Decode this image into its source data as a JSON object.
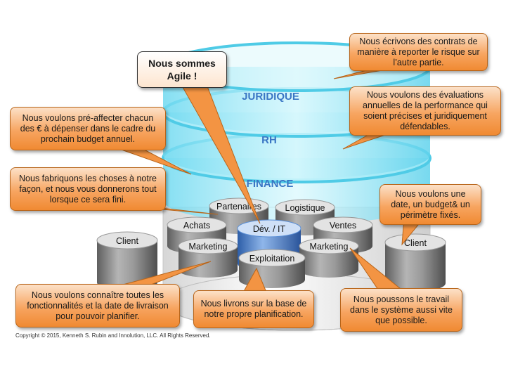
{
  "layers": {
    "juridique": "JURIDIQUE",
    "rh": "RH",
    "finance": "FINANCE"
  },
  "cylinders": {
    "partenaires": "Partenaires",
    "logistique": "Logistique",
    "achats": "Achats",
    "dev_it": "Dév. / IT",
    "ventes": "Ventes",
    "marketing_left": "Marketing",
    "marketing_right": "Marketing",
    "exploitation": "Exploitation",
    "client_left": "Client",
    "client_right": "Client"
  },
  "callouts": {
    "agile": "Nous sommes Agile !",
    "contrats": "Nous écrivons des contrats de manière à reporter le risque sur l’autre partie.",
    "evaluations": "Nous voulons des évaluations annuelles de la performance qui  soient précises et juridiquement défendables.",
    "budget": "Nous voulons pré-affecter chacun des € à dépenser dans le cadre du prochain budget annuel.",
    "fabriquons": "Nous fabriquons les choses à notre façon, et nous vous donnerons tout lorsque ce sera fini.",
    "date_fixe": "Nous voulons une date, un budget& un périmètre fixés.",
    "fonctionnalites": "Nous voulons connaître toutes les fonctionnalités et la date de livraison pour pouvoir planifier.",
    "livrons": "Nous livrons sur la base de notre propre planification.",
    "poussons": "Nous poussons le travail dans le système aussi vite que possible."
  },
  "copyright": "Copyright © 2015, Kenneth S. Rubin and Innolution, LLC. All Rights Reserved.",
  "colors": {
    "callout_orange": "#f08a32",
    "layer_cyan": "#7fe3f5",
    "layer_text": "#3a76c4",
    "cylinder_gray": "#8a8a8a",
    "dev_blue": "#5b8fd6"
  }
}
